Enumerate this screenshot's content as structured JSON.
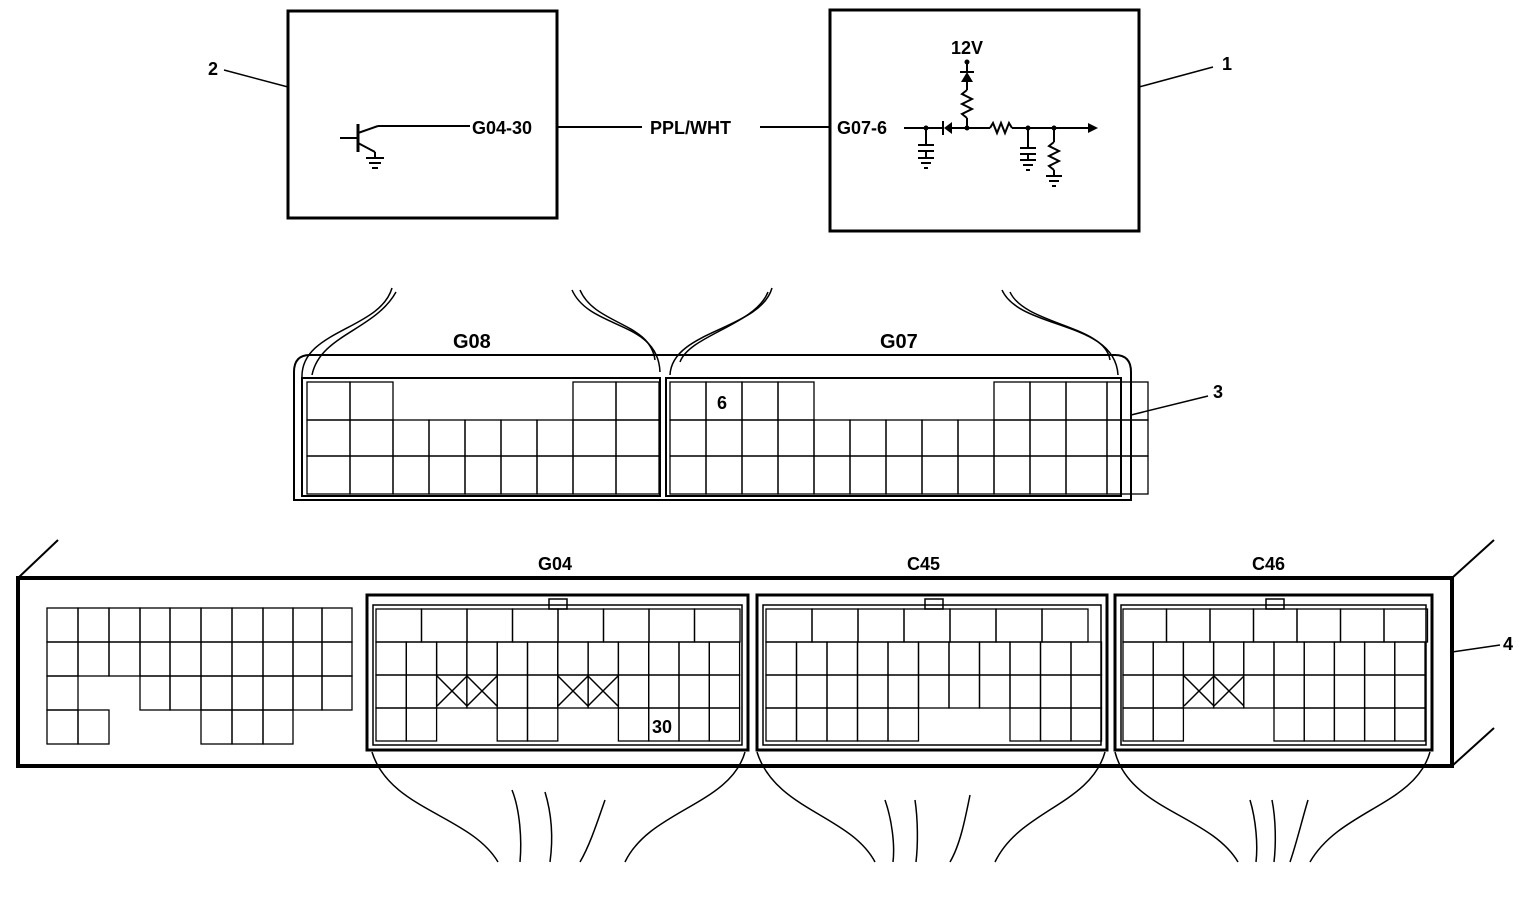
{
  "callouts": {
    "module1": "1",
    "module2": "2",
    "connector3": "3",
    "connector4": "4"
  },
  "schematic": {
    "left_pin": "G04-30",
    "wire_color": "PPL/WHT",
    "right_pin": "G07-6",
    "supply": "12V"
  },
  "connector_g": {
    "left_label": "G08",
    "right_label": "G07",
    "pin_marker": "6"
  },
  "ecm_connectors": {
    "labels": [
      "G04",
      "C45",
      "C46"
    ],
    "pin_marker": "30"
  }
}
